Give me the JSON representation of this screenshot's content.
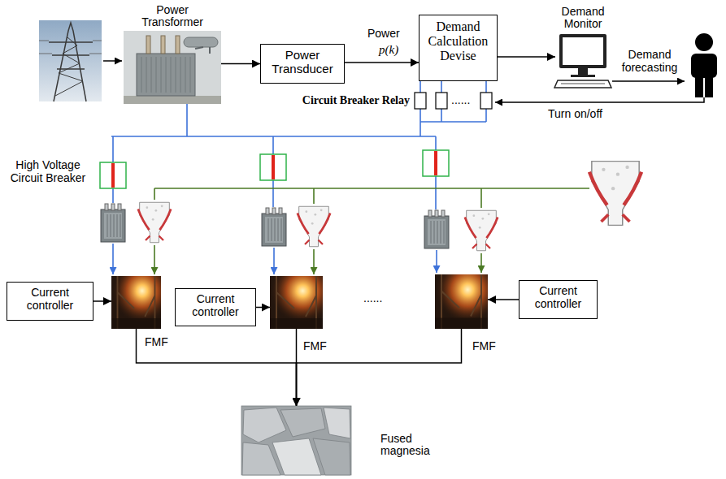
{
  "diagram": {
    "nodes": [
      {
        "text": [
          "Power Transformer"
        ]
      },
      {
        "text": [
          "Power Transducer"
        ]
      },
      {
        "text": [
          "Demand Calculation Devise"
        ]
      },
      {
        "text": [
          "Demand Monitor"
        ]
      },
      {
        "text": [
          "Current controller"
        ]
      },
      {
        "text": [
          "FMF"
        ]
      },
      {
        "text": [
          "Current controller"
        ]
      },
      {
        "text": [
          "FMF"
        ]
      },
      {
        "text": [
          "Current controller"
        ]
      },
      {
        "text": [
          "FMF"
        ]
      },
      {
        "text": [
          "Fused magnesia"
        ]
      }
    ],
    "edges": [
      {
        "from": 0,
        "to": 1,
        "arrow": "to"
      },
      {
        "from": 1,
        "to": 2,
        "arrow": "to"
      },
      {
        "from": 2,
        "to": 3,
        "arrow": "to"
      },
      {
        "from": 4,
        "to": 5,
        "arrow": "to"
      },
      {
        "from": 6,
        "to": 7,
        "arrow": "to"
      },
      {
        "from": 8,
        "to": 9,
        "arrow": "to"
      },
      {
        "from": 5,
        "to": 10,
        "arrow": "to"
      },
      {
        "from": 7,
        "to": 10,
        "arrow": "to"
      },
      {
        "from": 9,
        "to": 10,
        "arrow": "to"
      }
    ],
    "labels": [
      "Power",
      "p(k)",
      "Circuit Breaker Relay",
      "......",
      "Demand forecasting",
      "Turn on/off",
      "High Voltage Circuit Breaker",
      "......"
    ]
  }
}
